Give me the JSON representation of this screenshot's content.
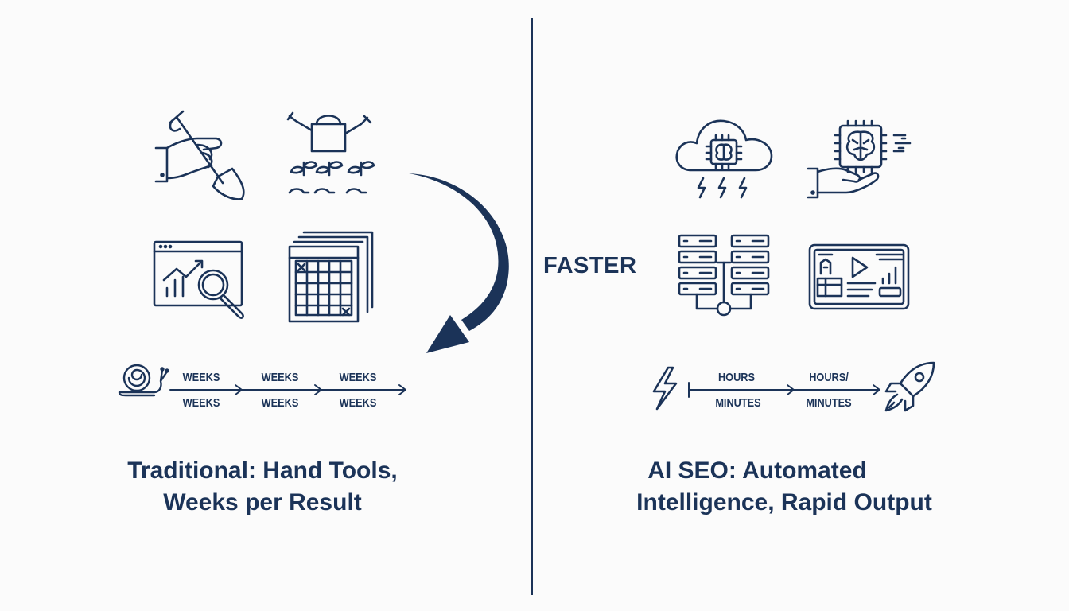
{
  "left_panel": {
    "timeline_top": [
      "WEEKS",
      "WEEKS",
      "WEEKS"
    ],
    "timeline_bottom": [
      "WEEKS",
      "WEEKS",
      "WEEKS"
    ],
    "caption_line1": "Traditional: Hand Tools,",
    "caption_line2": "Weeks per Result",
    "icons": [
      "hand-shovel-icon",
      "watering-can-seedlings-icon",
      "browser-analytics-magnifier-icon",
      "stacked-calendar-grid-icon",
      "snail-icon"
    ]
  },
  "transition": {
    "label": "FASTER",
    "icon": "curved-arrow-icon"
  },
  "right_panel": {
    "timeline_top": [
      "HOURS",
      "HOURS/"
    ],
    "timeline_bottom": [
      "MINUTES",
      "MINUTES"
    ],
    "caption_line1": "AI SEO: Automated",
    "caption_line2": "Intelligence, Rapid Output",
    "icons": [
      "cloud-ai-chip-icon",
      "hand-brain-chip-icon",
      "server-network-icon",
      "dashboard-video-icon",
      "lightning-bolt-icon",
      "rocket-icon"
    ]
  },
  "colors": {
    "ink": "#1b3358",
    "background": "#fbfbfb"
  }
}
